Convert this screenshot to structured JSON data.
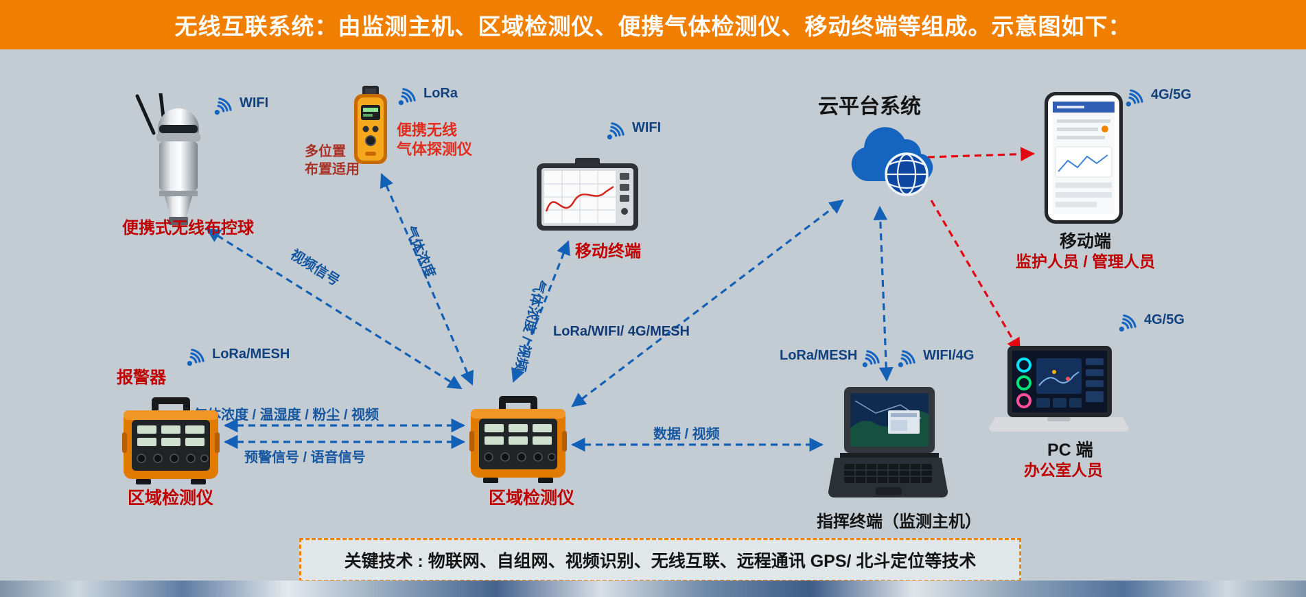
{
  "header": {
    "title": "无线互联系统：由监测主机、区域检测仪、便携气体检测仪、移动终端等组成。示意图如下："
  },
  "colors": {
    "header_bg": "#f07f00",
    "background": "#c3ccd3",
    "arrow_blue": "#1360b7",
    "arrow_red": "#e30613",
    "device_label_red": "#c00000",
    "link_label_blue": "#1456a0"
  },
  "devices": {
    "ball": {
      "name": "便携式无线布控球",
      "signal": "WIFI"
    },
    "gas": {
      "name": "便携无线\n气体探测仪",
      "note": "多位置\n布置适用",
      "signal": "LoRa"
    },
    "tablet": {
      "name": "移动终端",
      "signal": "WIFI"
    },
    "cloud": {
      "name": "云平台系统"
    },
    "phone": {
      "name": "移动端",
      "role": "监护人员 / 管理人员",
      "signal": "4G/5G"
    },
    "alarm": {
      "name": "报警器",
      "signal": "LoRa/MESH"
    },
    "area_left": {
      "name": "区域检测仪"
    },
    "area_center": {
      "name": "区域检测仪"
    },
    "command": {
      "name": "指挥终端（监测主机）",
      "signal_left": "LoRa/MESH",
      "signal_right": "WIFI/4G"
    },
    "pc": {
      "name": "PC 端",
      "role": "办公室人员",
      "signal": "4G/5G"
    }
  },
  "links": {
    "video": "视频信号",
    "gas": "气体浓度",
    "gas_video": "气体浓度 / 视频",
    "lora_mesh": "LoRa/WIFI/\n4G/MESH",
    "env": "气体浓度 / 温湿度 / 粉尘 / 视频",
    "warn": "预警信号 / 语音信号",
    "data_video": "数据 / 视频"
  },
  "footer": {
    "text": "关键技术 : 物联网、自组网、视频识别、无线互联、远程通讯 GPS/ 北斗定位等技术"
  }
}
